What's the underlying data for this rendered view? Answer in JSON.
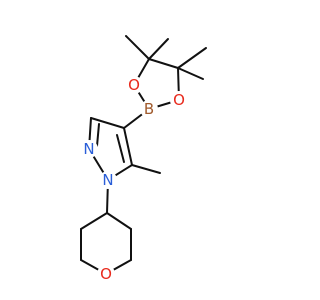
{
  "molecule": {
    "atoms": {
      "boron": {
        "symbol": "B",
        "color": "#a05a2c"
      },
      "dioxaborolane_o1": {
        "symbol": "O",
        "color": "#e8291c"
      },
      "dioxaborolane_o2": {
        "symbol": "O",
        "color": "#e8291c"
      },
      "pyrazole_n1": {
        "symbol": "N",
        "color": "#2a5ed8"
      },
      "pyrazole_n2": {
        "symbol": "N",
        "color": "#2a5ed8"
      },
      "oxane_o": {
        "symbol": "O",
        "color": "#e8291c"
      }
    }
  }
}
